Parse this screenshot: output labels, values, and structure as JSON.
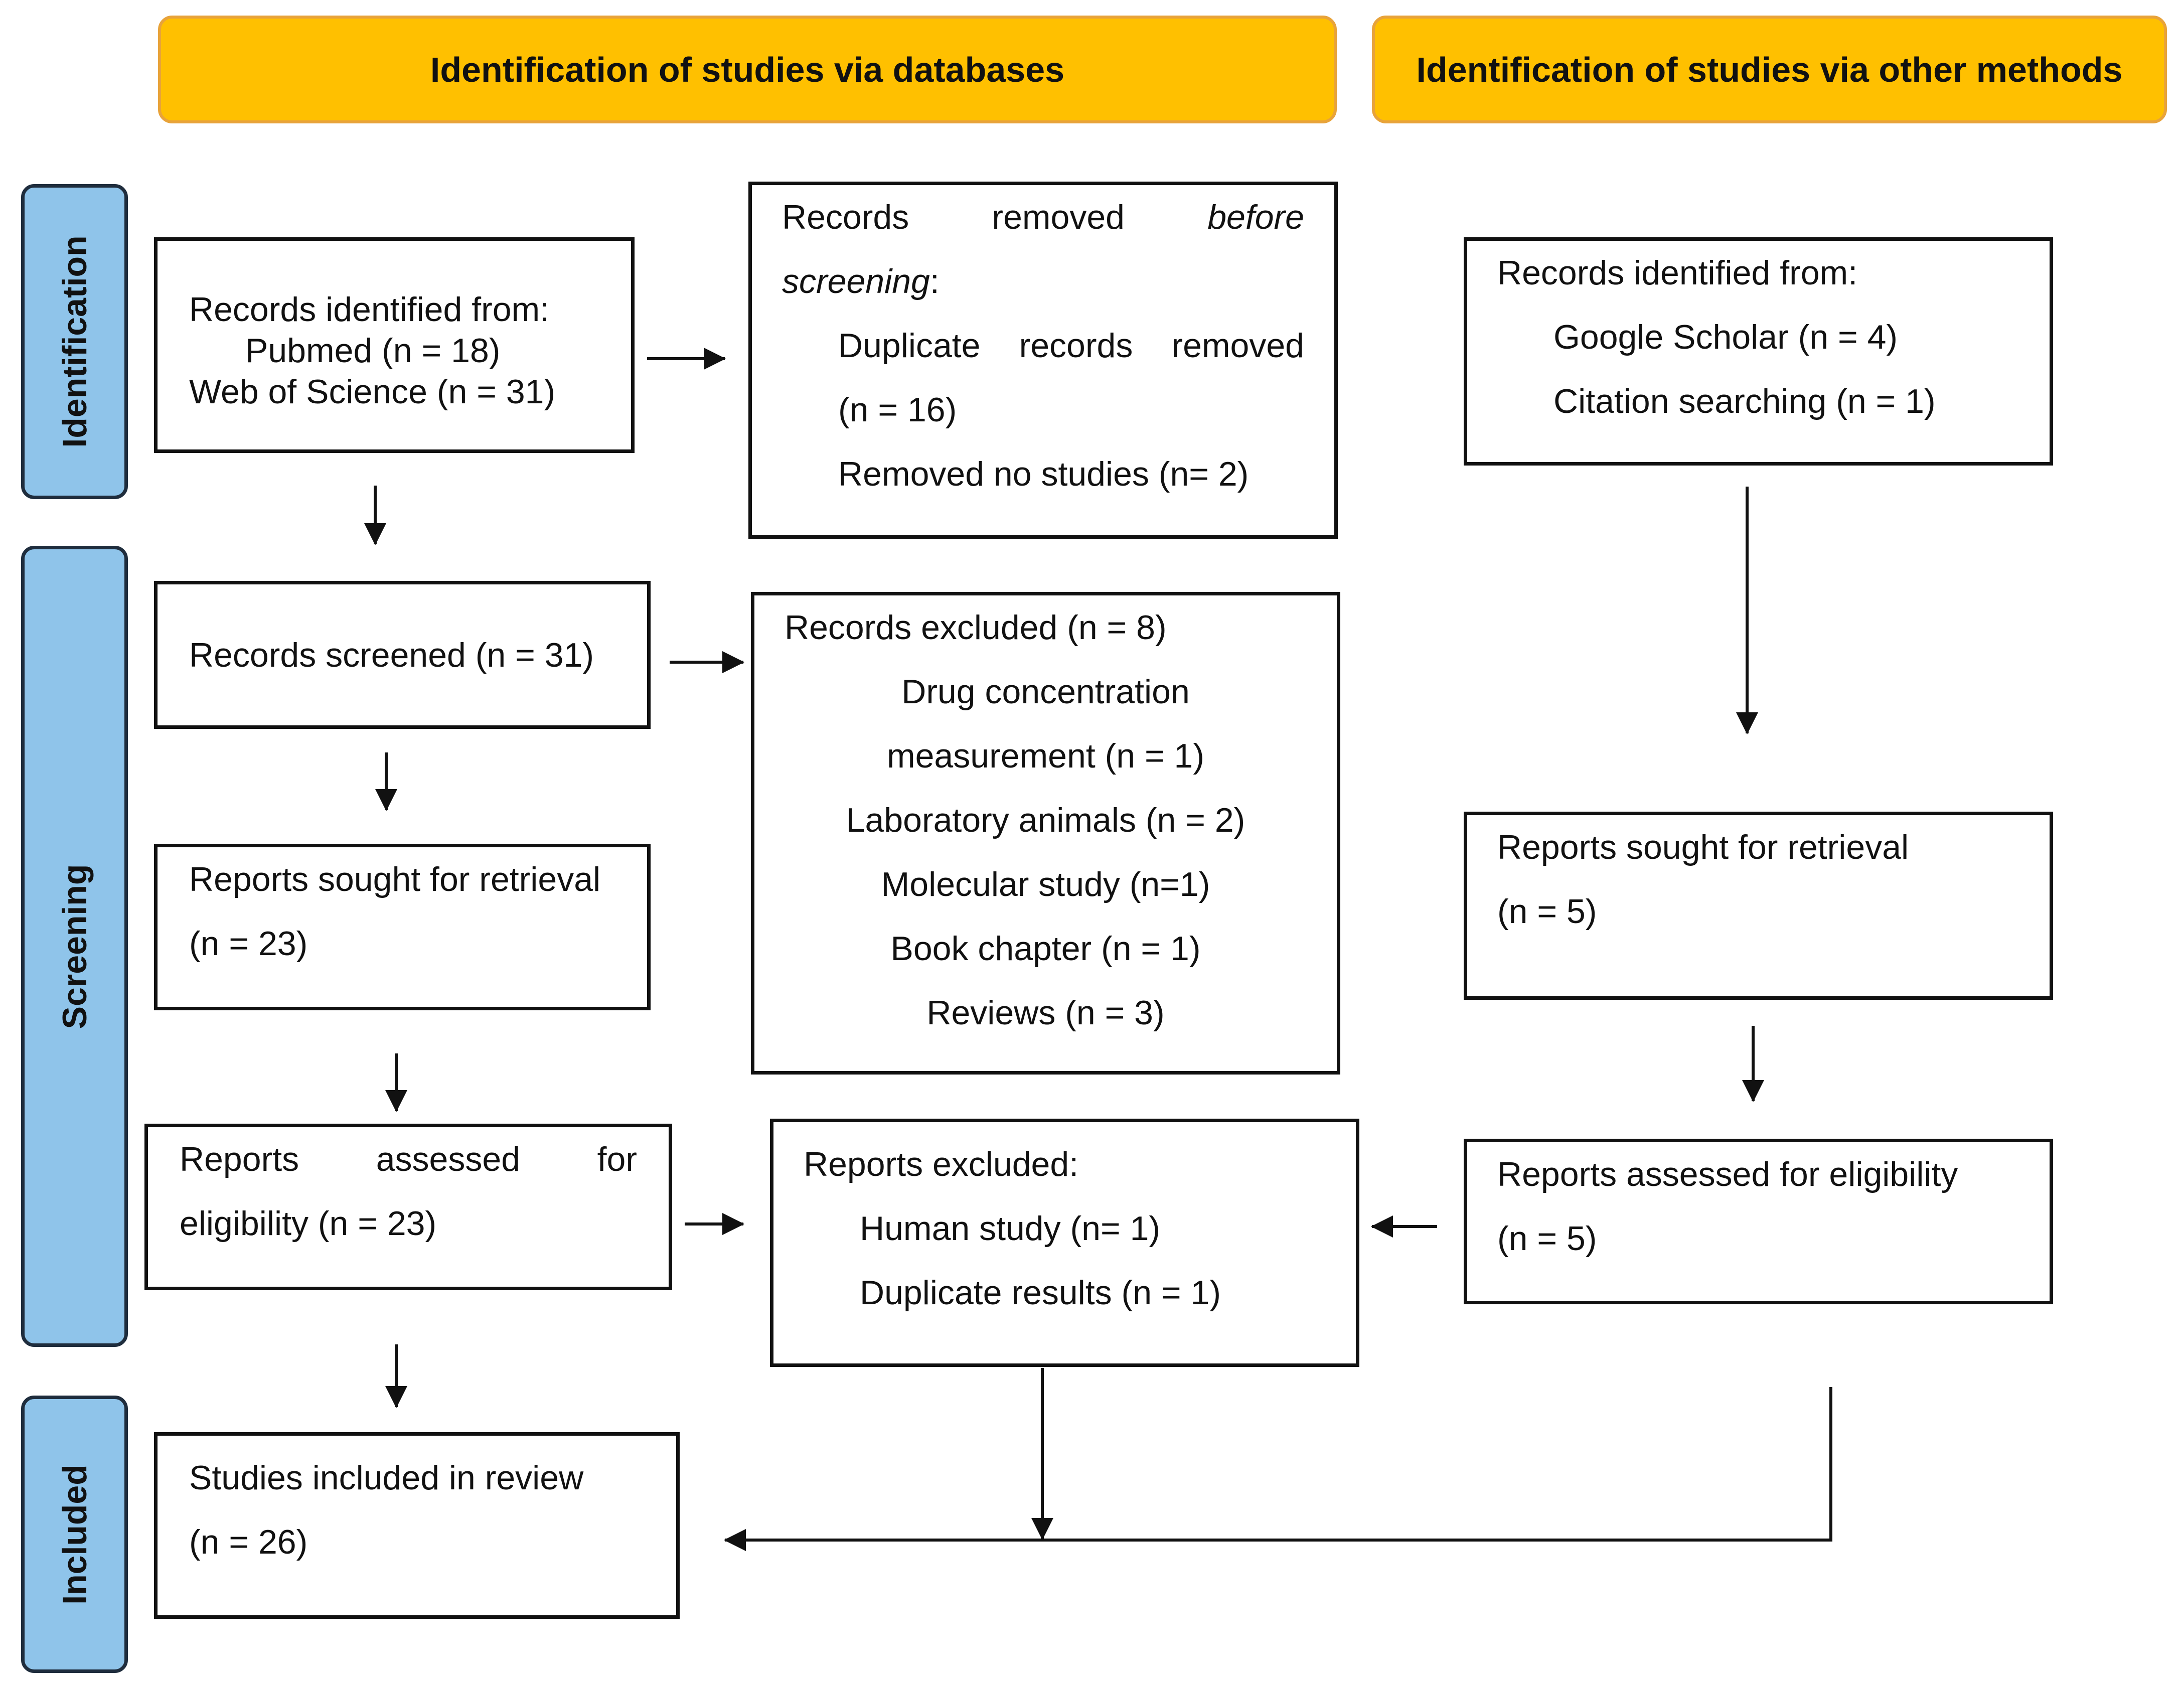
{
  "colors": {
    "header_fill": "#ffc000",
    "phase_fill": "#8fc4ea"
  },
  "headers": {
    "databases": "Identification of studies via databases",
    "other": "Identification of studies via other methods"
  },
  "phases": {
    "identification": "Identification",
    "screening": "Screening",
    "included": "Included"
  },
  "db": {
    "identified": {
      "title": "Records identified from:",
      "pubmed": "Pubmed (n = 18)",
      "wos": "Web of Science (n = 31)"
    },
    "removed": {
      "w1": "Records",
      "w2": "removed",
      "w3": "before",
      "w4": "screening",
      "colon": ":",
      "dup_w1": "Duplicate",
      "dup_w2": "records",
      "dup_w3": "removed",
      "dup_n": "(n = 16)",
      "no_studies": "Removed no studies (n= 2)"
    },
    "screened": "Records screened (n = 31)",
    "excluded": {
      "title": "Records excluded (n = 8)",
      "drug1": "Drug concentration",
      "drug2": "measurement (n = 1)",
      "lab": "Laboratory animals (n = 2)",
      "mol": "Molecular study (n=1)",
      "book": "Book chapter (n = 1)",
      "reviews": "Reviews (n = 3)"
    },
    "sought": {
      "title": "Reports sought for retrieval",
      "n": "(n = 23)"
    },
    "assessed": {
      "w1": "Reports",
      "w2": "assessed",
      "w3": "for",
      "n": "eligibility (n = 23)"
    },
    "reports_excluded": {
      "title": "Reports excluded:",
      "human": "Human study (n= 1)",
      "dup": "Duplicate results (n = 1)"
    },
    "included": {
      "title": "Studies included in review",
      "n": "(n = 26)"
    }
  },
  "other": {
    "identified": {
      "title": "Records identified from:",
      "scholar": "Google Scholar (n = 4)",
      "citation": "Citation searching (n = 1)"
    },
    "sought": {
      "title": "Reports sought for retrieval",
      "n": "(n = 5)"
    },
    "assessed": {
      "title": "Reports assessed for eligibility",
      "n": "(n = 5)"
    }
  }
}
